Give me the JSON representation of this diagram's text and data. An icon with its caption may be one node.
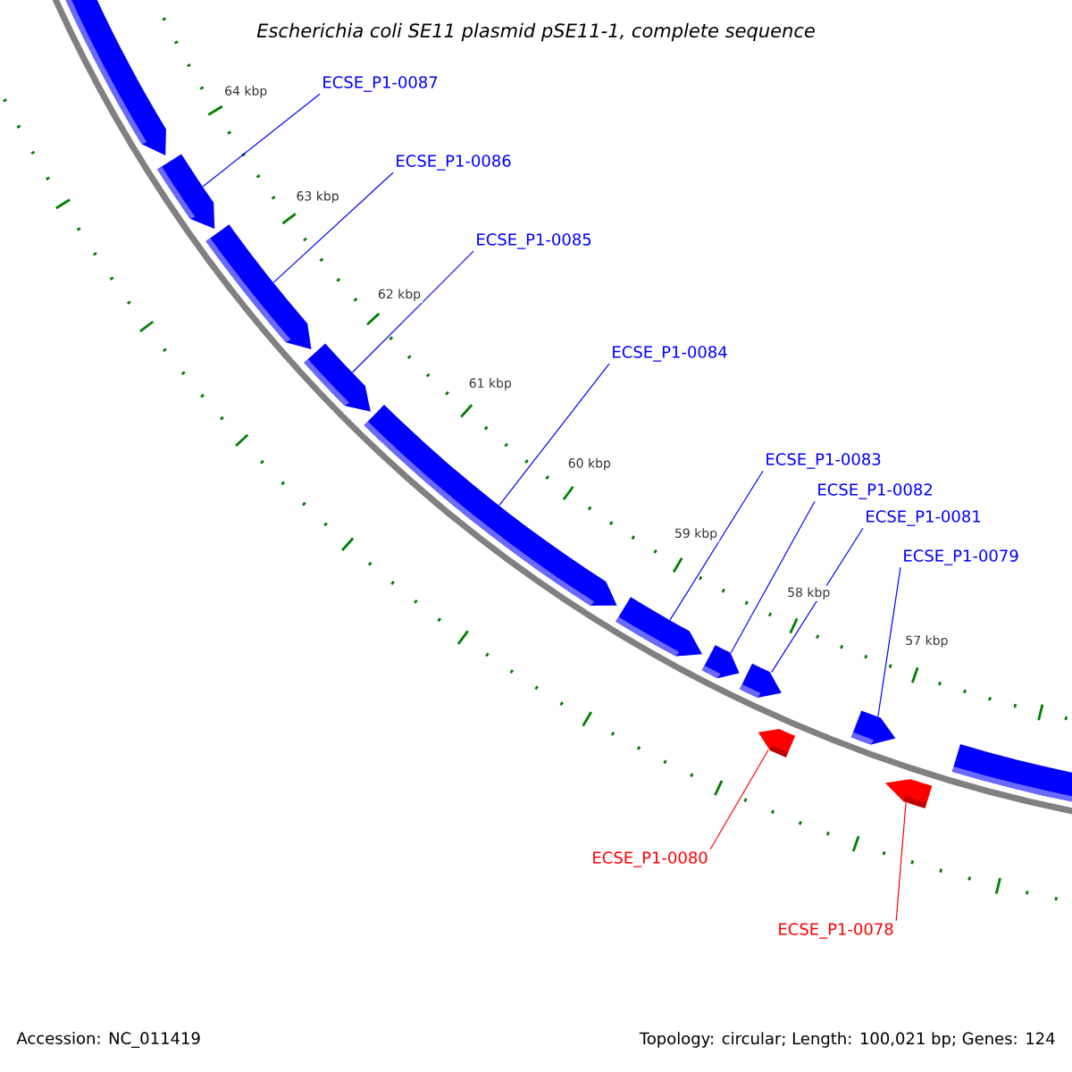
{
  "diagram": {
    "title": "Escherichia coli SE11 plasmid pSE11-1, complete sequence",
    "nodes": [
      {
        "text": [
          "ECSE_P1-0087"
        ]
      },
      {
        "text": [
          "ECSE_P1-0086"
        ]
      },
      {
        "text": [
          "ECSE_P1-0085"
        ]
      },
      {
        "text": [
          "ECSE_P1-0084"
        ]
      },
      {
        "text": [
          "ECSE_P1-0083"
        ]
      },
      {
        "text": [
          "ECSE_P1-0082"
        ]
      },
      {
        "text": [
          "ECSE_P1-0081"
        ]
      },
      {
        "text": [
          "ECSE_P1-0079"
        ]
      },
      {
        "text": [
          "ECSE_P1-0080"
        ]
      },
      {
        "text": [
          "ECSE_P1-0078"
        ]
      },
      {
        "text": [],
        "shape": "bar"
      },
      {
        "text": [],
        "shape": "bar"
      },
      {
        "text": [],
        "shape": "bar"
      },
      {
        "text": [],
        "shape": "bar"
      },
      {
        "text": [],
        "shape": "bar"
      },
      {
        "text": [],
        "shape": "bar"
      },
      {
        "text": [],
        "shape": "bar"
      },
      {
        "text": [],
        "shape": "bar"
      },
      {
        "text": [],
        "shape": "bar"
      },
      {
        "text": [],
        "shape": "bar"
      },
      {
        "text": [],
        "shape": "bar"
      },
      {
        "text": [],
        "shape": "bar"
      }
    ],
    "edges": [
      {
        "from": 0,
        "to": 11,
        "arrow": "none"
      },
      {
        "from": 1,
        "to": 12,
        "arrow": "none"
      },
      {
        "from": 2,
        "to": 13,
        "arrow": "none"
      },
      {
        "from": 3,
        "to": 14,
        "arrow": "none"
      },
      {
        "from": 4,
        "to": 15,
        "arrow": "none"
      },
      {
        "from": 5,
        "to": 16,
        "arrow": "none"
      },
      {
        "from": 6,
        "to": 17,
        "arrow": "none"
      },
      {
        "from": 7,
        "to": 19,
        "arrow": "none"
      },
      {
        "from": 8,
        "to": 18,
        "arrow": "none",
        "color": "#ff0000"
      },
      {
        "from": 9,
        "to": 20,
        "arrow": "none",
        "color": "#ff0000"
      }
    ],
    "labels": [
      "64 kbp",
      "63 kbp",
      "62 kbp",
      "61 kbp",
      "60 kbp",
      "59 kbp",
      "58 kbp",
      "57 kbp",
      "Accession: NC_011419",
      "Topology: circular; Length: 100,021 bp; Genes: 124"
    ]
  }
}
